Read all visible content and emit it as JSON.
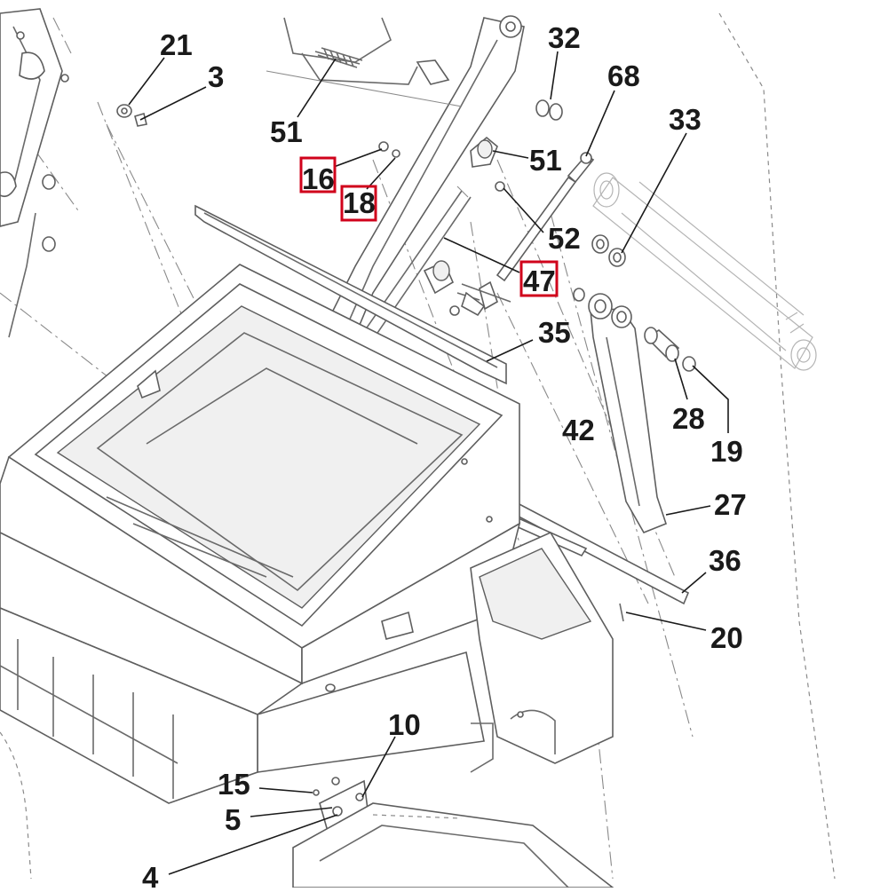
{
  "callouts": [
    {
      "id": "c21",
      "label": "21"
    },
    {
      "id": "c3",
      "label": "3"
    },
    {
      "id": "c32",
      "label": "32"
    },
    {
      "id": "c68",
      "label": "68"
    },
    {
      "id": "c33",
      "label": "33"
    },
    {
      "id": "c51a",
      "label": "51"
    },
    {
      "id": "c51b",
      "label": "51"
    },
    {
      "id": "c16",
      "label": "16",
      "highlighted": true
    },
    {
      "id": "c18",
      "label": "18",
      "highlighted": true
    },
    {
      "id": "c52",
      "label": "52"
    },
    {
      "id": "c47",
      "label": "47",
      "highlighted": true
    },
    {
      "id": "c35",
      "label": "35"
    },
    {
      "id": "c42",
      "label": "42"
    },
    {
      "id": "c28",
      "label": "28"
    },
    {
      "id": "c19",
      "label": "19"
    },
    {
      "id": "c27",
      "label": "27"
    },
    {
      "id": "c36",
      "label": "36"
    },
    {
      "id": "c20",
      "label": "20"
    },
    {
      "id": "c10",
      "label": "10"
    },
    {
      "id": "c15",
      "label": "15"
    },
    {
      "id": "c5",
      "label": "5"
    },
    {
      "id": "c4",
      "label": "4"
    }
  ],
  "highlight_color": "#d0021b",
  "line_color": "#5e5e5e"
}
